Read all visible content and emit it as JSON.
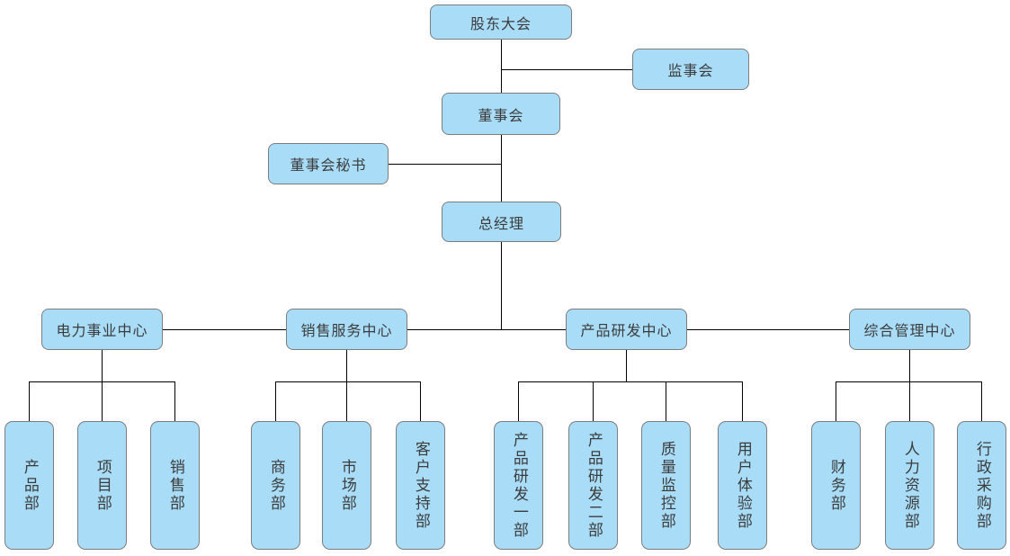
{
  "diagram": {
    "title": "company-org-chart",
    "background_color": "#ffffff",
    "node_fill_color": "#a8dcf7",
    "node_border_color": "#7d7d7d",
    "connector_color": "#000000",
    "text_color": "#3c3c3c"
  },
  "nodes": {
    "shareholders": {
      "label": "股东大会"
    },
    "supervisory": {
      "label": "监事会"
    },
    "board": {
      "label": "董事会"
    },
    "board_secretary": {
      "label": "董事会秘书"
    },
    "general_manager": {
      "label": "总经理"
    },
    "power_center": {
      "label": "电力事业中心"
    },
    "sales_center": {
      "label": "销售服务中心"
    },
    "rd_center": {
      "label": "产品研发中心"
    },
    "admin_center": {
      "label": "综合管理中心"
    },
    "product_dept": {
      "label": "产品部"
    },
    "project_dept": {
      "label": "项目部"
    },
    "sales_dept": {
      "label": "销售部"
    },
    "business_dept": {
      "label": "商务部"
    },
    "market_dept": {
      "label": "市场部"
    },
    "customer_support_dept": {
      "label": "客户支持部"
    },
    "rd_dept_1": {
      "label": "产品研发一部"
    },
    "rd_dept_2": {
      "label": "产品研发二部"
    },
    "quality_dept": {
      "label": "质量监控部"
    },
    "ux_dept": {
      "label": "用户体验部"
    },
    "finance_dept": {
      "label": "财务部"
    },
    "hr_dept": {
      "label": "人力资源部"
    },
    "admin_procurement_dept": {
      "label": "行政采购部"
    }
  },
  "structure": {
    "root": "股东大会",
    "relations": [
      {
        "parent": "股东大会",
        "children": [
          "监事会",
          "董事会"
        ]
      },
      {
        "parent": "董事会",
        "children": [
          "董事会秘书",
          "总经理"
        ]
      },
      {
        "parent": "总经理",
        "children": [
          "电力事业中心",
          "销售服务中心",
          "产品研发中心",
          "综合管理中心"
        ]
      },
      {
        "parent": "电力事业中心",
        "children": [
          "产品部",
          "项目部",
          "销售部"
        ]
      },
      {
        "parent": "销售服务中心",
        "children": [
          "商务部",
          "市场部",
          "客户支持部"
        ]
      },
      {
        "parent": "产品研发中心",
        "children": [
          "产品研发一部",
          "产品研发二部",
          "质量监控部",
          "用户体验部"
        ]
      },
      {
        "parent": "综合管理中心",
        "children": [
          "财务部",
          "人力资源部",
          "行政采购部"
        ]
      }
    ]
  }
}
